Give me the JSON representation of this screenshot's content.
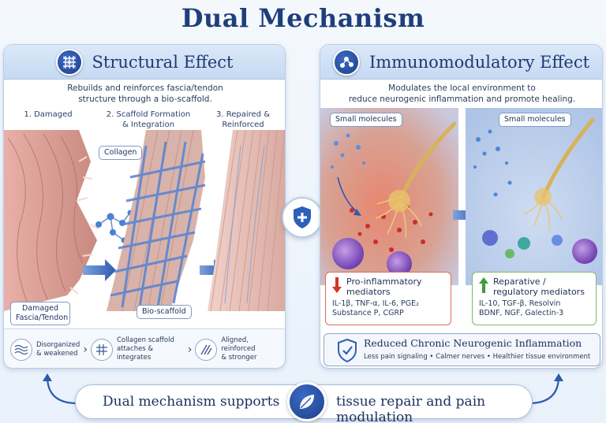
{
  "title": "Dual Mechanism",
  "structural": {
    "title": "Structural Effect",
    "subtitle_line1": "Rebuilds and reinforces fascia/tendon",
    "subtitle_line2": "structure through a bio-scaffold.",
    "steps": [
      {
        "line1": "1. Damaged",
        "line2": ""
      },
      {
        "line1": "2. Scaffold Formation",
        "line2": "& Integration"
      },
      {
        "line1": "3. Repaired &",
        "line2": "Reinforced"
      }
    ],
    "callout_collagen": "Collagen",
    "callout_damaged_line1": "Damaged",
    "callout_damaged_line2": "Fascia/Tendon",
    "callout_bioscaffold": "Bio-scaffold",
    "summary": [
      {
        "line1": "Disorganized",
        "line2": "& weakened"
      },
      {
        "line1": "Collagen scaffold",
        "line2": "attaches & integrates"
      },
      {
        "line1": "Aligned, reinforced",
        "line2": "& stronger"
      }
    ]
  },
  "immuno": {
    "title": "Immunomodulatory Effect",
    "subtitle_line1": "Modulates the local environment to",
    "subtitle_line2": "reduce neurogenic inflammation and promote healing.",
    "small_molecules_left": "Small molecules",
    "small_molecules_right": "Small molecules",
    "pro_title_line1": "Pro-inflammatory",
    "pro_title_line2": "mediators",
    "pro_list_line1": "IL-1β, TNF-α, IL-6, PGE₂",
    "pro_list_line2": "Substance P, CGRP",
    "rep_title_line1": "Reparative /",
    "rep_title_line2": "regulatory mediators",
    "rep_list_line1": "IL-10, TGF-β, Resolvin",
    "rep_list_line2": "BDNF, NGF, Galectin-3",
    "reduced_title": "Reduced Chronic Neurogenic Inflammation",
    "reduced_sub": "Less pain signaling  •  Calmer nerves  •  Healthier tissue environment"
  },
  "banner": {
    "left": "Dual mechanism supports",
    "right": "tissue repair and pain modulation"
  },
  "colors": {
    "accent": "#1f3f7a",
    "down_arrow": "#d0342c",
    "up_arrow": "#3f9a3a",
    "pro_border": "#e06b5c",
    "rep_border": "#7fb86a"
  }
}
